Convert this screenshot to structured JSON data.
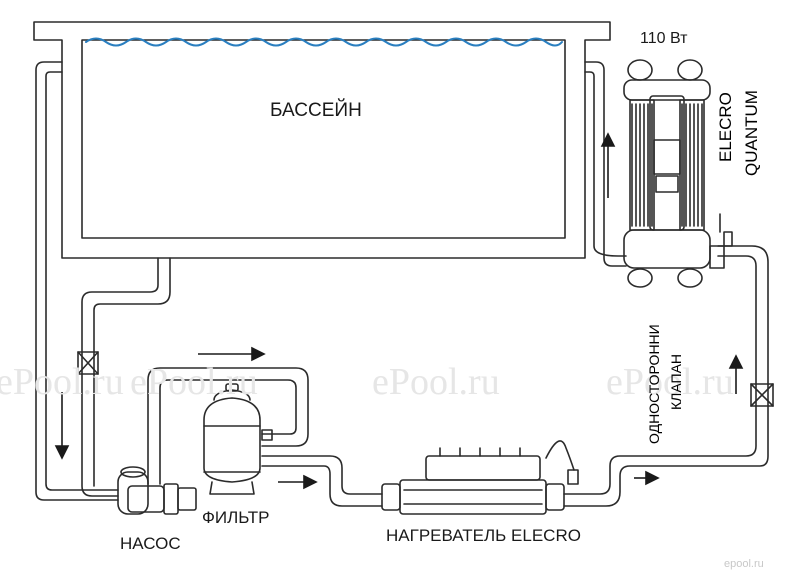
{
  "labels": {
    "pool": "БАССЕЙН",
    "power": "110 Вт",
    "unit_line1": "ELECRO",
    "unit_line2": "QUANTUM",
    "valve_line1": "ОДНОСТОРОННИ",
    "valve_line2": "КЛАПАН",
    "pump": "НАСОС",
    "filter": "ФИЛЬТР",
    "heater": "НАГРЕВАТЕЛЬ ELECRO"
  },
  "watermark": "ePool.ru",
  "corner_logo": "epool.ru",
  "colors": {
    "line": "#2b2b2b",
    "water": "#2a7fc0",
    "watermark": "#e6e6e6",
    "logo": "#d0d0d0"
  }
}
